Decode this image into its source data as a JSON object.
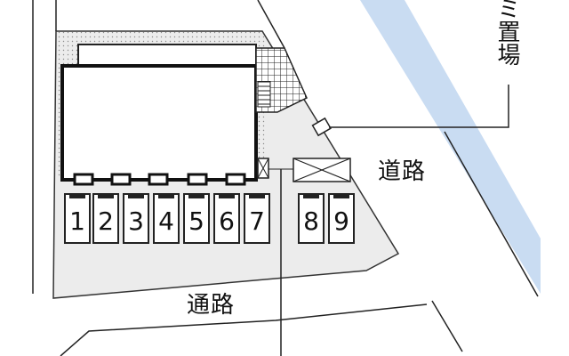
{
  "map": {
    "labels": {
      "road_right": "道路",
      "road_bottom": "通路",
      "garbage_area": "ゴミ置場"
    },
    "parking_slots": [
      "1",
      "2",
      "3",
      "4",
      "5",
      "6",
      "7",
      "8",
      "9"
    ],
    "colors": {
      "river": "#c9dcf2",
      "lot": "#ececec",
      "building_fill": "#ffffff",
      "outline": "#222222"
    },
    "icons": [
      "bicycle-parking-grid",
      "trash-bin-icon",
      "no-parking-cross"
    ]
  }
}
